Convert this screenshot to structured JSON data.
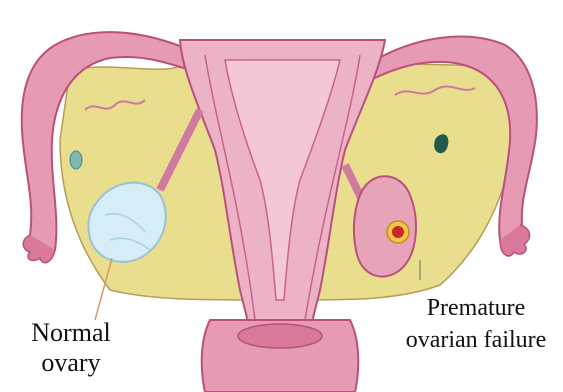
{
  "labels": {
    "left": {
      "line1": "Normal",
      "line2": "ovary"
    },
    "right": {
      "line1": "Premature",
      "line2": "ovarian failure"
    }
  },
  "colors": {
    "tissue_pink": "#e89bb4",
    "tissue_dark": "#c85a86",
    "ligament_yellow": "#e8dc8c",
    "normal_ovary": "#d6ecf6",
    "failed_ovary": "#e7a4b8",
    "lesion": "#c8282a"
  }
}
